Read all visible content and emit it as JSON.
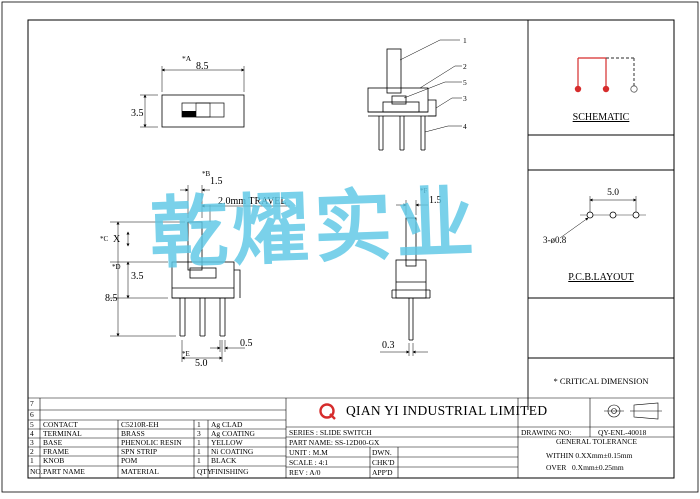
{
  "views": {
    "top": {
      "ref": "*A",
      "width": "8.5",
      "height": "3.5"
    },
    "front": {
      "callouts": [
        "1",
        "2",
        "5",
        "3",
        "4"
      ]
    },
    "side": {
      "ref_b": "*B",
      "dim_b": "1.5",
      "travel": "2.0mm TRAVEL",
      "ref_c": "*C",
      "dim_c": "X",
      "ref_d": "*D",
      "dim_d": "3.5",
      "overall": "8.5",
      "ref_e": "*E",
      "dim_e": "5.0",
      "dim_pin": "0.5"
    },
    "end": {
      "ref_f": "*F",
      "dim_f": "1.5",
      "dim_pin": "0.3"
    }
  },
  "schematic": {
    "title": "SCHEMATIC",
    "colors": [
      "#d62c2c",
      "#d62c2c",
      "#555555"
    ]
  },
  "pcb": {
    "title": "P.C.B.LAYOUT",
    "pitch": "5.0",
    "holes": "3-ø0.8"
  },
  "critical_note": "* CRITICAL DIMENSION",
  "watermark": {
    "text": "乾燿实业",
    "color": "#5ec8e6"
  },
  "bom": {
    "header": {
      "no": "NO.",
      "part": "PART NAME",
      "material": "MATERIAL",
      "qty": "QTY",
      "finish": "FINISHING"
    },
    "rows": [
      {
        "no": "7",
        "part": "",
        "material": "",
        "qty": "",
        "finish": ""
      },
      {
        "no": "6",
        "part": "",
        "material": "",
        "qty": "",
        "finish": ""
      },
      {
        "no": "5",
        "part": "CONTACT",
        "material": "C5210R-EH",
        "qty": "1",
        "finish": "Ag CLAD"
      },
      {
        "no": "4",
        "part": "TERMINAL",
        "material": "BRASS",
        "qty": "3",
        "finish": "Ag COATING"
      },
      {
        "no": "3",
        "part": "BASE",
        "material": "PHENOLIC RESIN",
        "qty": "1",
        "finish": "YELLOW"
      },
      {
        "no": "2",
        "part": "FRAME",
        "material": "SPN STRIP",
        "qty": "1",
        "finish": "Ni COATING"
      },
      {
        "no": "1",
        "part": "KNOB",
        "material": "POM",
        "qty": "1",
        "finish": "BLACK"
      }
    ]
  },
  "title_block": {
    "company": "QIAN YI INDUSTRIAL LIMITED",
    "logo_color": "#d62c2c",
    "series": "SERIES : SLIDE SWITCH",
    "part_name": "PART NAME: SS-12D00-GX",
    "unit": "UNIT : M.M",
    "scale": "SCALE : 4:1",
    "rev": "REV : A/0",
    "dwn": "DWN.",
    "chkd": "CHK'D",
    "appd": "APP'D",
    "drawing_no_label": "DRAWING NO:",
    "drawing_no": "QY-ENL-40018",
    "tolerance_title": "GENERAL TOLERANCE",
    "tol_within": "WITHIN 0.XXmm±0.15mm",
    "tol_over": "OVER   0.Xmm±0.25mm"
  }
}
